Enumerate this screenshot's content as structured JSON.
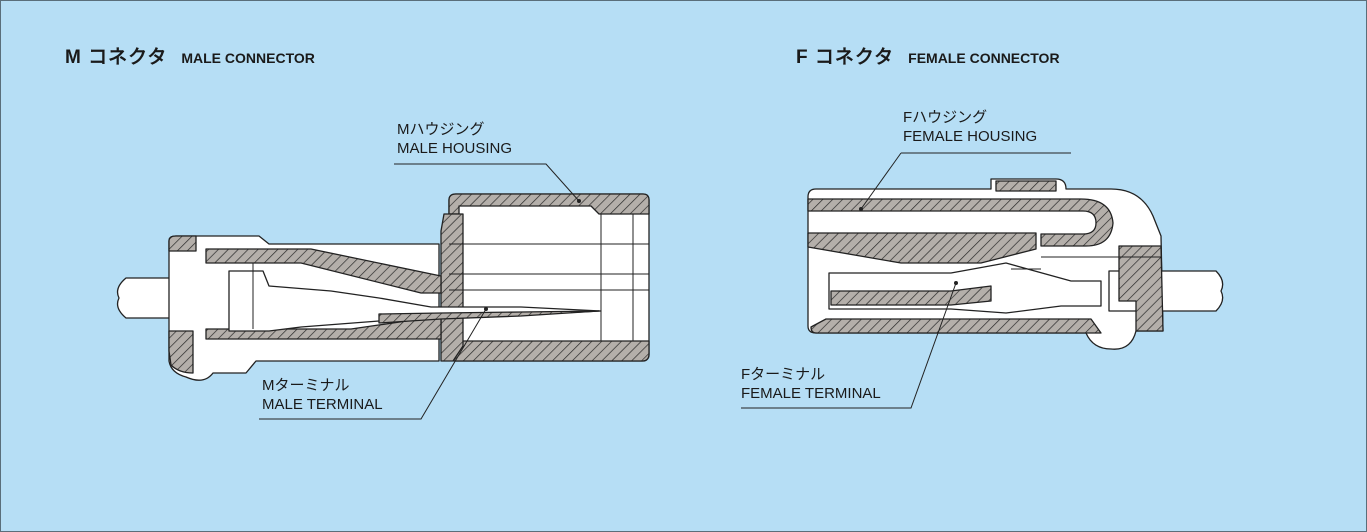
{
  "male": {
    "title_jp": "M コネクタ",
    "title_en": "MALE CONNECTOR",
    "housing_jp": "Mハウジング",
    "housing_en": "MALE HOUSING",
    "terminal_jp": "Mターミナル",
    "terminal_en": "MALE TERMINAL"
  },
  "female": {
    "title_jp": "F コネクタ",
    "title_en": "FEMALE CONNECTOR",
    "housing_jp": "Fハウジング",
    "housing_en": "FEMALE HOUSING",
    "terminal_jp": "Fターミナル",
    "terminal_en": "FEMALE TERMINAL"
  },
  "colors": {
    "background": "#b6def5",
    "body": "#ffffff",
    "hatch_fill": "#b4afaa",
    "line": "#222222"
  }
}
